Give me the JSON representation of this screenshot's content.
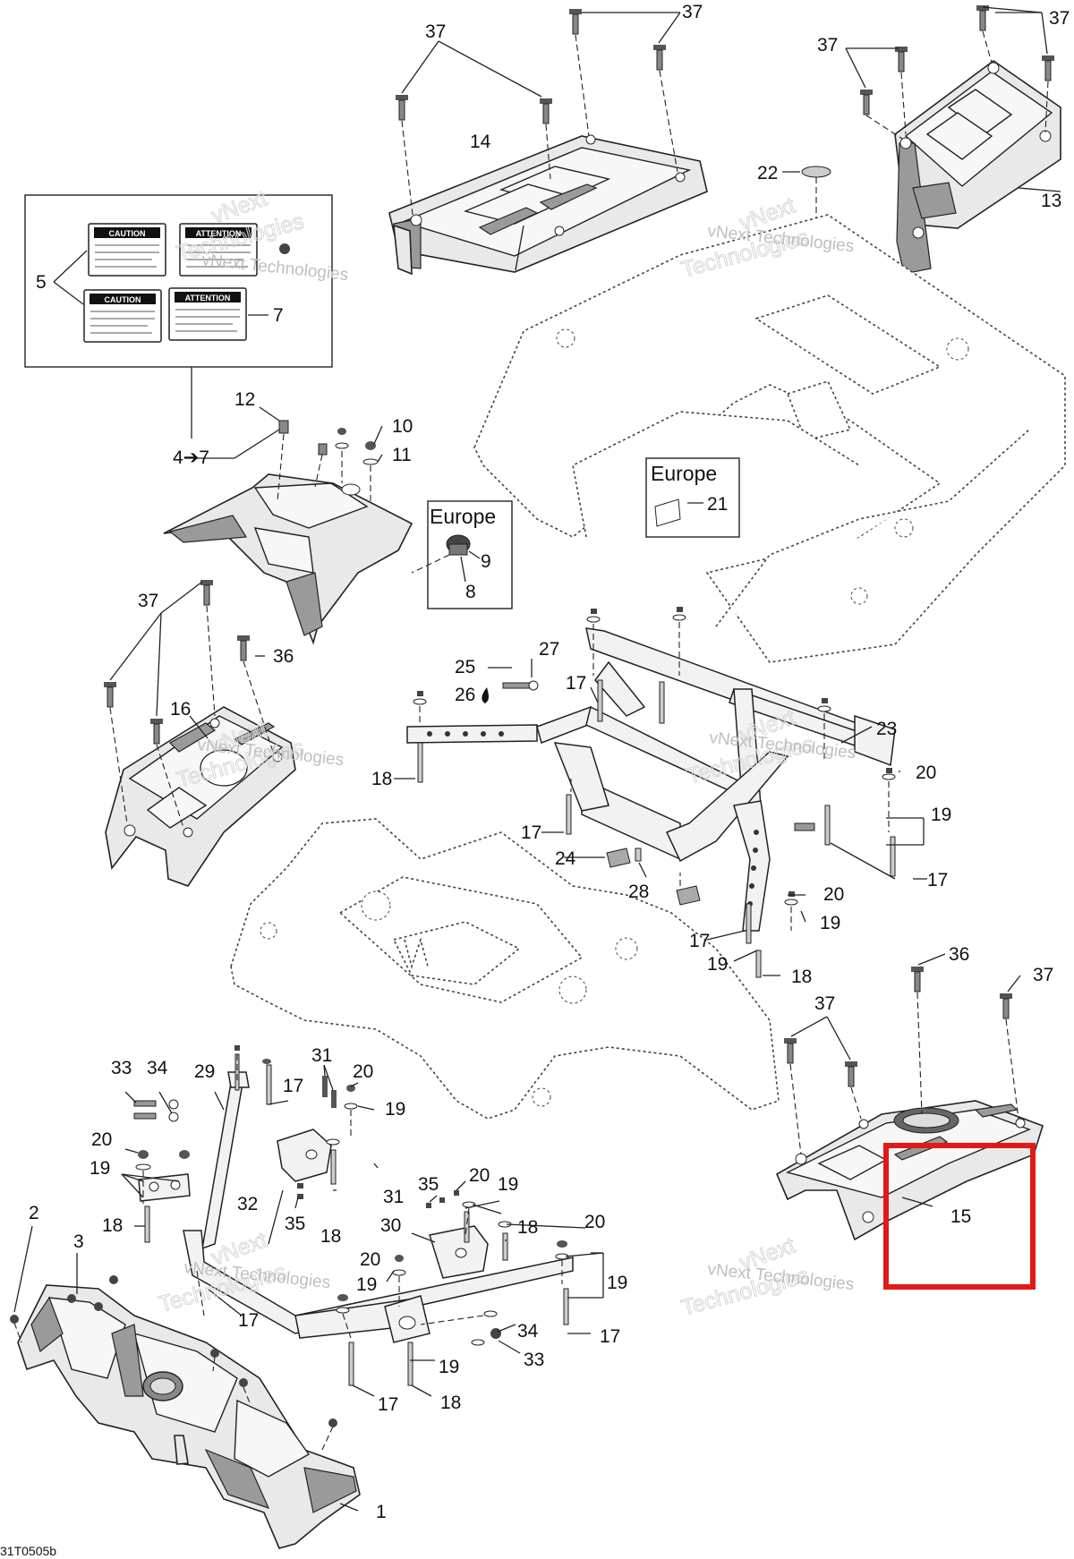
{
  "diagram": {
    "figure_code": "31T0505b",
    "watermark_line1": "vNext",
    "watermark_line2": "Technologies",
    "watermark_full": "vNext Technologies",
    "region_labels": {
      "europe_a": "Europe",
      "europe_b": "Europe"
    },
    "callouts": {
      "c37a": "37",
      "c37b": "37",
      "c37c": "37",
      "c37d": "37",
      "c37e": "37",
      "c37f": "37",
      "c37g": "37",
      "c14": "14",
      "c13": "13",
      "c22": "22",
      "c5": "5",
      "c7": "7",
      "c4to7": "4➔7",
      "c12": "12",
      "c10": "10",
      "c11": "11",
      "c9": "9",
      "c8": "8",
      "c21": "21",
      "c36a": "36",
      "c36b": "36",
      "c16": "16",
      "c25": "25",
      "c26": "26",
      "c27": "27",
      "c17a": "17",
      "c17b": "17",
      "c17c": "17",
      "c17d": "17",
      "c17e": "17",
      "c17f": "17",
      "c17g": "17",
      "c17h": "17",
      "c18a": "18",
      "c18b": "18",
      "c18c": "18",
      "c18d": "18",
      "c18e": "18",
      "c18f": "18",
      "c23": "23",
      "c20a": "20",
      "c20b": "20",
      "c20c": "20",
      "c20d": "20",
      "c20e": "20",
      "c20f": "20",
      "c20g": "20",
      "c19a": "19",
      "c19b": "19",
      "c19c": "19",
      "c19d": "19",
      "c19e": "19",
      "c19f": "19",
      "c19g": "19",
      "c19h": "19",
      "c19i": "19",
      "c24": "24",
      "c28": "28",
      "c15": "15",
      "c33a": "33",
      "c33b": "33",
      "c34a": "34",
      "c34b": "34",
      "c29": "29",
      "c31a": "31",
      "c31b": "31",
      "c32": "32",
      "c35a": "35",
      "c35b": "35",
      "c30": "30",
      "c2": "2",
      "c3": "3",
      "c1": "1"
    },
    "decals": {
      "caution_1": "CAUTION",
      "attention_1": "ATTENTION",
      "caution_2": "CAUTION",
      "attention_2": "ATTENTION"
    },
    "highlight_color": "#e11919"
  }
}
